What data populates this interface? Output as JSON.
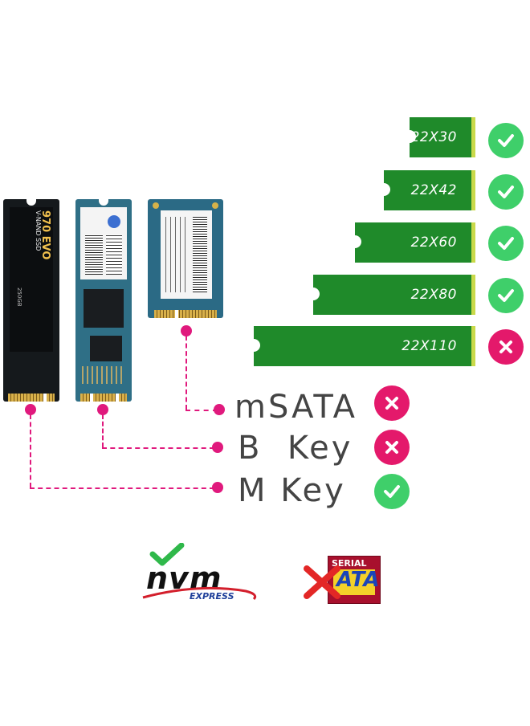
{
  "sizes": [
    {
      "label": "22X30",
      "status": "ok"
    },
    {
      "label": "22X42",
      "status": "ok"
    },
    {
      "label": "22X60",
      "status": "ok"
    },
    {
      "label": "22X80",
      "status": "ok"
    },
    {
      "label": "22X110",
      "status": "no"
    }
  ],
  "keys": [
    {
      "label": "mSATA",
      "status": "no"
    },
    {
      "label": "B  Key",
      "status": "no"
    },
    {
      "label": "M Key",
      "status": "ok"
    }
  ],
  "ssd_labels": {
    "samsung_brand": "V-NAND SSD",
    "samsung_model": "970 EVO",
    "samsung_capacity": "250GB"
  },
  "logos": {
    "nvm_text": "nvm",
    "nvm_sub": "EXPRESS",
    "sata_top": "SERIAL",
    "sata_main": "ATA"
  },
  "colors": {
    "bar_green": "#1f8a2a",
    "ok_green": "#3fcf6a",
    "no_pink": "#e4196b",
    "connector_pink": "#e0197d"
  },
  "icons": {
    "ok": "check-icon",
    "no": "cross-icon"
  }
}
